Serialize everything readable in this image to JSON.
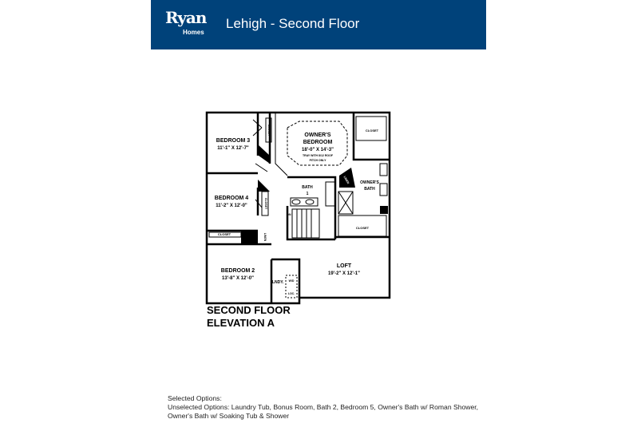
{
  "header": {
    "logo_main": "Ryan",
    "logo_sub": "Homes",
    "title": "Lehigh - Second Floor",
    "bg_color": "#00427a"
  },
  "plan": {
    "rooms": {
      "bedroom3": {
        "name": "BEDROOM 3",
        "dims": "11'-1\" X 12'-7\""
      },
      "owners_bedroom": {
        "name1": "OWNER'S",
        "name2": "BEDROOM",
        "dims": "18'-0\" X 14'-3\"",
        "note1": "TRAY WITH 8/12 ROOF",
        "note2": "PITCH ONLY"
      },
      "closet_owner": "CLOSET",
      "bath1": {
        "name1": "BATH",
        "name2": "1"
      },
      "owners_bath": {
        "name1": "OWNER'S",
        "name2": "BATH"
      },
      "bedroom4": {
        "name": "BEDROOM 4",
        "dims": "11'-2\" X 12'-0\""
      },
      "closet_b3": "CLOSET",
      "closet_b4": "CLOSET",
      "closet_hall": "CLOSET",
      "closet_bath": "CLOSET",
      "linen": "LINEN",
      "linen2": "LINEN",
      "stairs_dn": "DN",
      "bedroom2": {
        "name": "BEDROOM 2",
        "dims": "13'-8\" X 12'-0\""
      },
      "loft": {
        "name": "LOFT",
        "dims": "19'-2\" X 12'-1\""
      },
      "laundry": "LNDY.",
      "wd": "W/D",
      "loc": "LOC."
    },
    "caption1": "SECOND FLOOR",
    "caption2": "ELEVATION A"
  },
  "options": {
    "selected": "Selected Options:",
    "unselected": "Unselected Options: Laundry Tub, Bonus Room, Bath 2, Bedroom 5, Owner's Bath w/ Roman Shower, Owner's Bath w/ Soaking Tub & Shower"
  }
}
